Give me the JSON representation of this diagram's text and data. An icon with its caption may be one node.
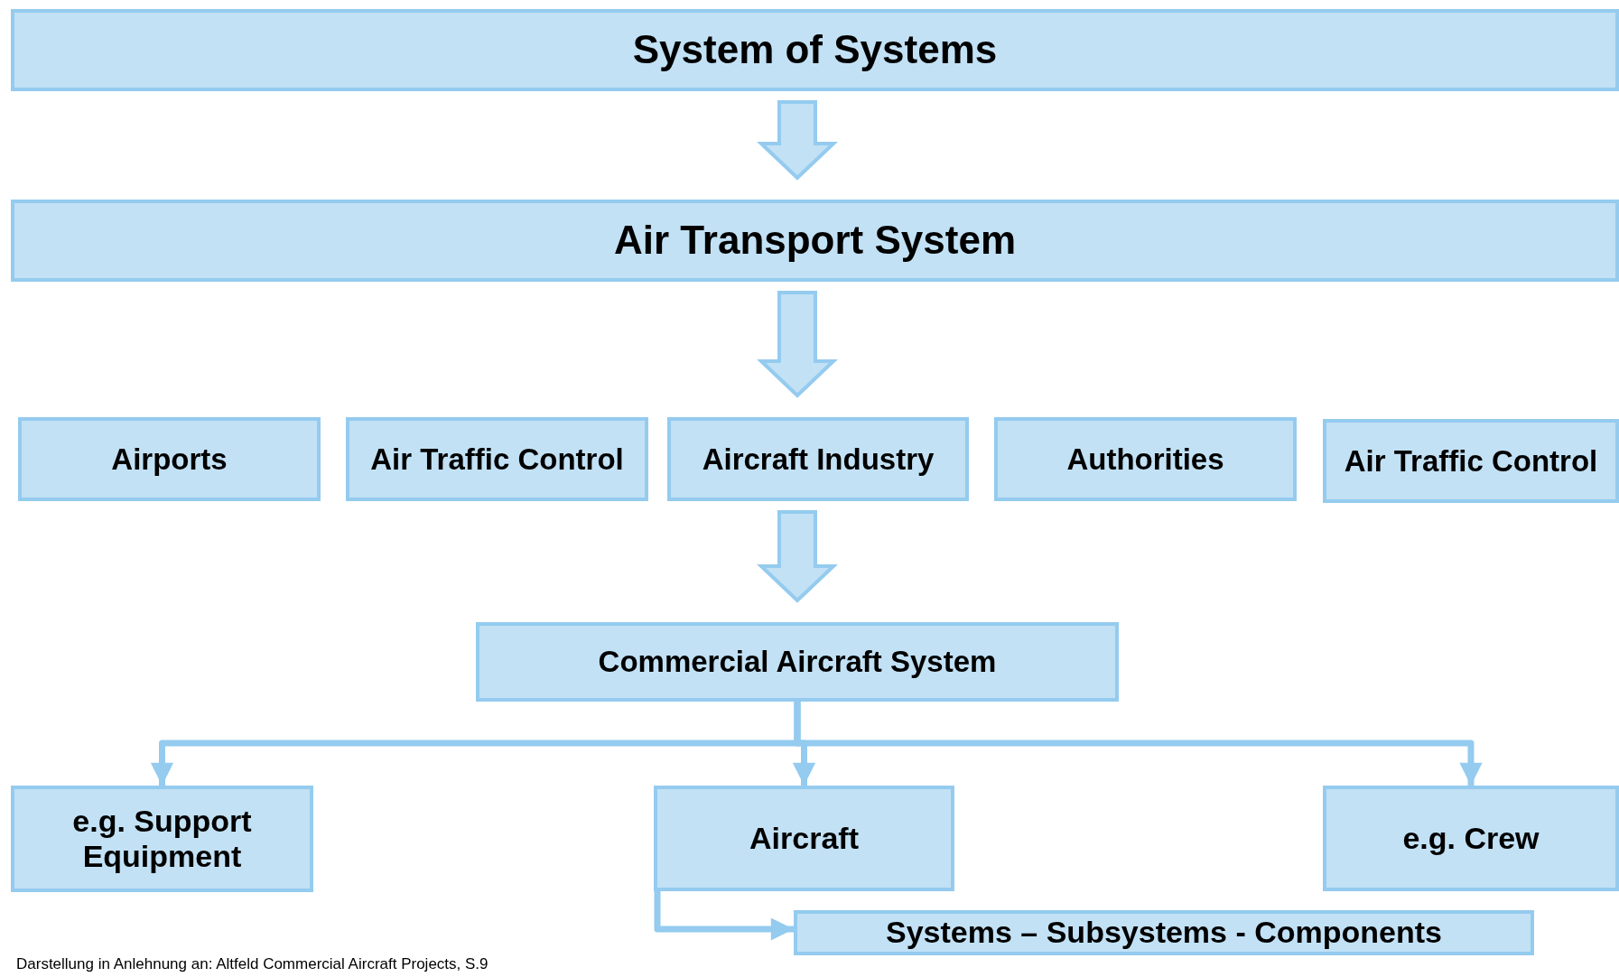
{
  "diagram": {
    "nodes": [
      {
        "text": [
          "System of Systems"
        ]
      },
      {
        "text": [
          "Air Transport System"
        ]
      },
      {
        "text": [
          "Airports"
        ]
      },
      {
        "text": [
          "Air Traffic Control"
        ]
      },
      {
        "text": [
          "Aircraft Industry"
        ]
      },
      {
        "text": [
          "Authorities"
        ]
      },
      {
        "text": [
          "Air Traffic Control"
        ]
      },
      {
        "text": [
          "Commercial Aircraft System"
        ]
      },
      {
        "text": [
          "e.g. Support Equipment"
        ]
      },
      {
        "text": [
          "Aircraft"
        ]
      },
      {
        "text": [
          "e.g. Crew"
        ]
      },
      {
        "text": [
          "Systems – Subsystems - Components"
        ]
      }
    ],
    "edges": [
      {
        "from": 0,
        "to": 1,
        "arrow": "to",
        "style": "thick"
      },
      {
        "from": 1,
        "to": 4,
        "arrow": "to",
        "style": "thick"
      },
      {
        "from": 4,
        "to": 7,
        "arrow": "to",
        "style": "thick"
      },
      {
        "from": 7,
        "to": 8,
        "arrow": "to"
      },
      {
        "from": 7,
        "to": 9,
        "arrow": "to"
      },
      {
        "from": 7,
        "to": 10,
        "arrow": "to"
      },
      {
        "from": 9,
        "to": 11,
        "arrow": "to"
      }
    ],
    "labels": [
      "Darstellung in Anlehnung an: Altfeld Commercial Aircraft Projects, S.9"
    ]
  }
}
